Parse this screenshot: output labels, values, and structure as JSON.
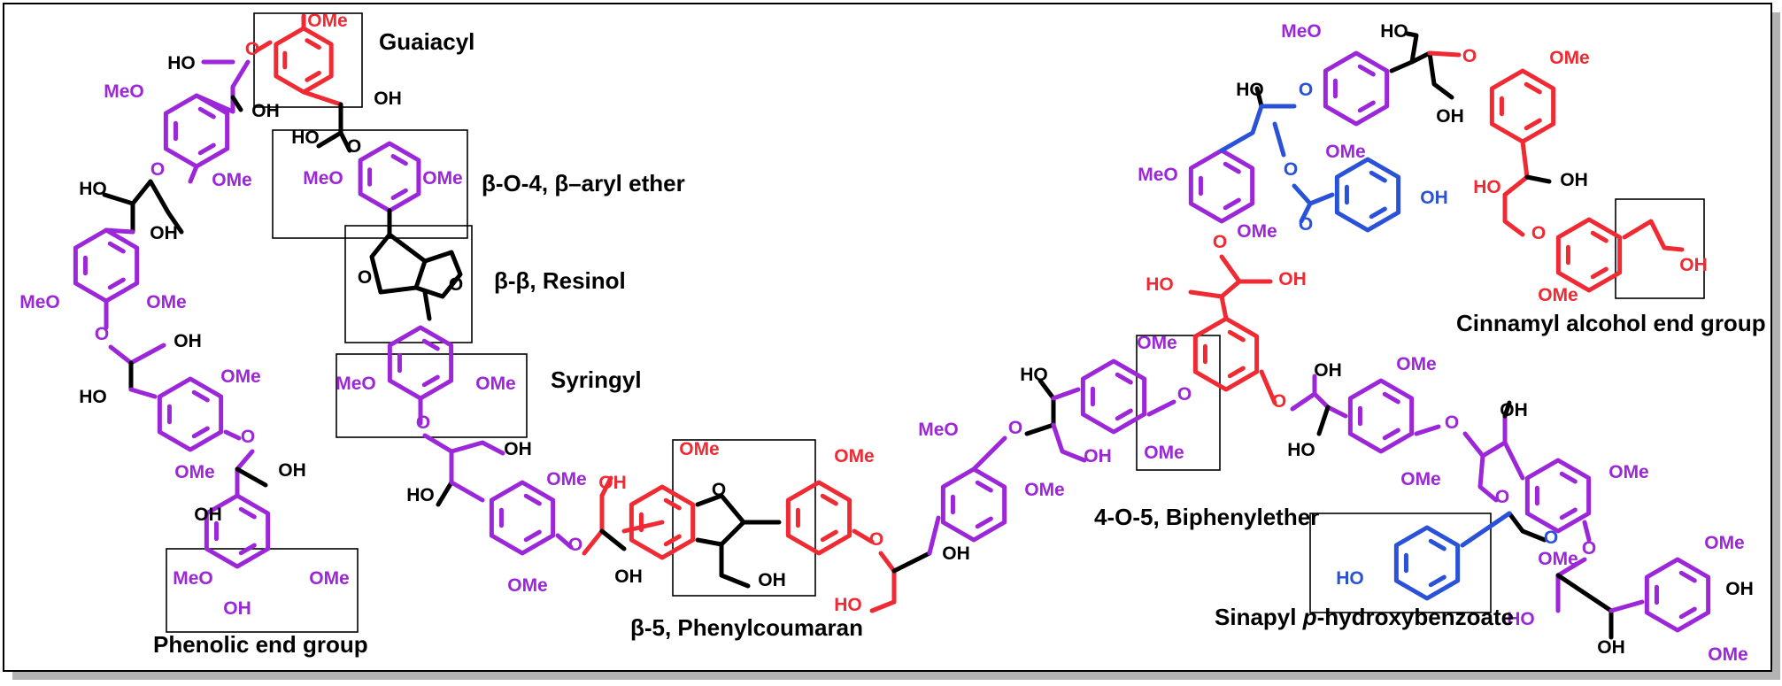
{
  "title": "",
  "colors": {
    "syringyl": "#9b27d9",
    "guaiacyl": "#ef2a33",
    "hydroxybenzoate": "#2a52d8",
    "linkage": "#000000",
    "frame": "#000000",
    "background": "#ffffff"
  },
  "labels": {
    "guaiacyl": "Guaiacyl",
    "beta_o_4": "β-O-4, β–aryl ether",
    "beta_beta": "β-β, Resinol",
    "syringyl": "Syringyl",
    "phenolic_end": "Phenolic end group",
    "beta_5": "β-5, Phenylcoumaran",
    "four_o_five": "4-O-5, Biphenylether",
    "cinnamyl": "Cinnamyl alcohol end group",
    "sinapyl_prefix": "Sinapyl ",
    "sinapyl_italic": "p",
    "sinapyl_suffix": "-hydroxybenzoate"
  },
  "atoms": {
    "ome": "OMe",
    "meo": "MeO",
    "oh": "OH",
    "ho": "HO",
    "o": "O"
  }
}
